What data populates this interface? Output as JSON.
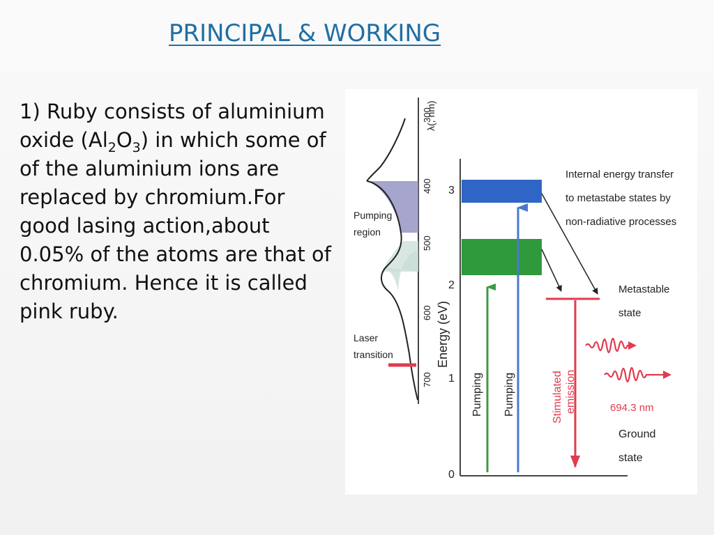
{
  "slide": {
    "title": "PRINCIPAL & WORKING",
    "body": {
      "p1": "1) Ruby consists of aluminium oxide (Al",
      "sub1": "2",
      "p2": "O",
      "sub2": "3",
      "p3": ")  in which some of of the aluminium ions are replaced by chromium.For good lasing action,about 0.05% of the atoms are that of chromium. Hence it is called pink ruby."
    }
  },
  "diagram": {
    "wavelength_axis_label": "λ(, nm)",
    "wavelength_ticks": [
      "300",
      "400",
      "500",
      "600",
      "700"
    ],
    "pumping_region_label_1": "Pumping",
    "pumping_region_label_2": "region",
    "laser_transition_label_1": "Laser",
    "laser_transition_label_2": "transition",
    "energy_axis_label": "Energy (eV)",
    "energy_ticks": [
      "3",
      "2",
      "1",
      "0"
    ],
    "pumping_arrow_1_label": "Pumping",
    "pumping_arrow_2_label": "Pumping",
    "stimulated_label_1": "Stimulated",
    "stimulated_label_2": "emission",
    "transfer_line_1": "Internal energy transfer",
    "transfer_line_2": "to metastabe states by",
    "transfer_line_3": "non-radiative processes",
    "metastable_1": "Metastable",
    "metastable_2": "state",
    "wavelength_emitted": "694.3 nm",
    "ground_1": "Ground",
    "ground_2": "state",
    "colors": {
      "blue_band": "#2f66c6",
      "green_band": "#2e9a3c",
      "red": "#e23a4e",
      "green_arrow": "#3a9a46",
      "blue_arrow": "#4a78c8",
      "title": "#1f6fa3"
    }
  }
}
